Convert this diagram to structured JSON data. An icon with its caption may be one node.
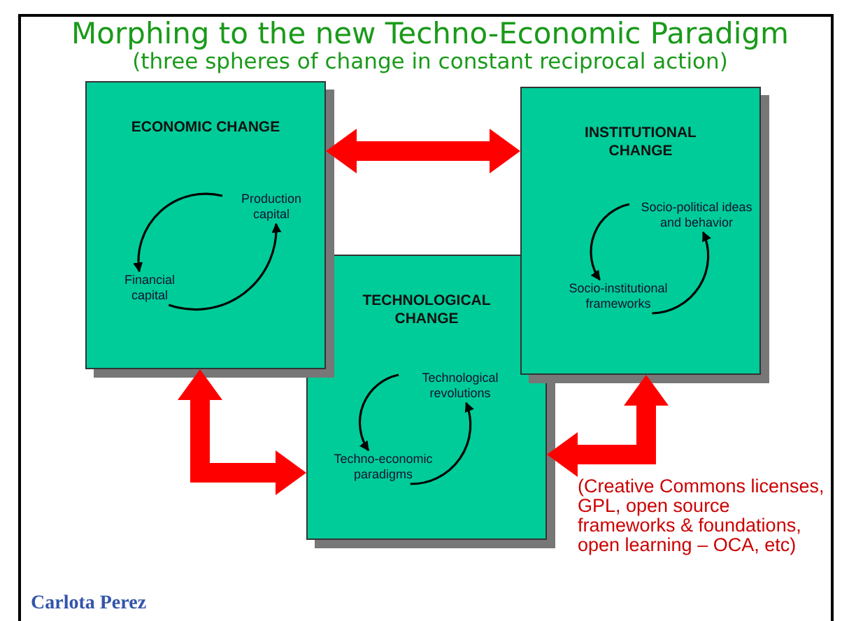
{
  "diagram": {
    "title": "Morphing to the new Techno-Economic Paradigm",
    "nodes": [
      {
        "text": [
          "ECONOMIC CHANGE"
        ]
      },
      {
        "text": [
          "Production capital"
        ],
        "in": 0
      },
      {
        "text": [
          "Financial capital"
        ],
        "in": 0
      },
      {
        "text": [
          "INSTITUTIONAL CHANGE"
        ]
      },
      {
        "text": [
          "Socio-political ideas and behavior"
        ],
        "in": 3
      },
      {
        "text": [
          "Socio-institutional frameworks"
        ],
        "in": 3
      },
      {
        "text": [
          "TECHNOLOGICAL CHANGE"
        ]
      },
      {
        "text": [
          "Technological revolutions"
        ],
        "in": 6
      },
      {
        "text": [
          "Techno-economic paradigms"
        ],
        "in": 6
      }
    ],
    "edges": [
      {
        "from": 1,
        "to": 2,
        "arrow": "to"
      },
      {
        "from": 2,
        "to": 1,
        "arrow": "to"
      },
      {
        "from": 4,
        "to": 5,
        "arrow": "to"
      },
      {
        "from": 5,
        "to": 4,
        "arrow": "to"
      },
      {
        "from": 7,
        "to": 8,
        "arrow": "to"
      },
      {
        "from": 8,
        "to": 7,
        "arrow": "to"
      },
      {
        "from": 0,
        "to": 3,
        "arrow": "both",
        "style": "thick",
        "color": "#ff0000"
      },
      {
        "from": 0,
        "to": 6,
        "arrow": "both",
        "style": "thick",
        "color": "#ff0000"
      },
      {
        "from": 6,
        "to": 3,
        "arrow": "both",
        "style": "thick",
        "color": "#ff0000"
      }
    ],
    "labels": [
      "(three spheres of change in constant reciprocal  action)",
      "(Creative Commons licenses, GPL, open source frameworks &  foundations, open learning – OCA, etc)",
      "Carlota Perez"
    ]
  }
}
